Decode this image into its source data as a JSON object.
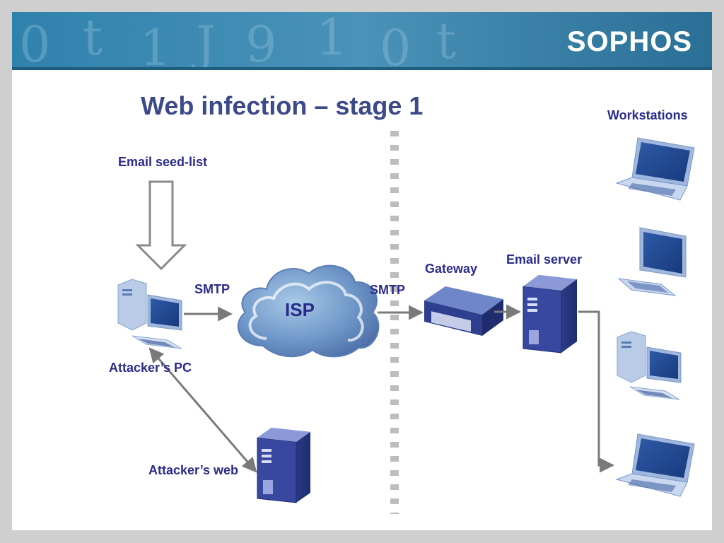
{
  "brand": {
    "name": "SOPHOS"
  },
  "slide": {
    "title": "Web infection – stage 1"
  },
  "labels": {
    "email_seed_list": "Email seed-list",
    "smtp_left": "SMTP",
    "smtp_right": "SMTP",
    "isp": "ISP",
    "gateway": "Gateway",
    "email_server": "Email server",
    "workstations": "Workstations",
    "attackers_pc": "Attacker’s PC",
    "attackers_web": "Attacker’s web"
  },
  "icons": {
    "seed_arrow": "down-arrow-icon",
    "attacker_pc": "desktop-computer-icon",
    "attacker_web": "server-tower-icon",
    "isp": "cloud-icon",
    "gateway": "gateway-appliance-icon",
    "email_server": "server-tower-icon",
    "workstation_1": "laptop-icon",
    "workstation_2": "monitor-icon",
    "workstation_3": "desktop-computer-icon",
    "workstation_4": "laptop-icon",
    "firewall": "dashed-divider-icon"
  },
  "colors": {
    "label": "#2b2b8c",
    "title": "#3d4a8a",
    "device_blue": "#2e3f8f",
    "connector_gray": "#7a7a7a",
    "banner": "#2a6f96"
  }
}
